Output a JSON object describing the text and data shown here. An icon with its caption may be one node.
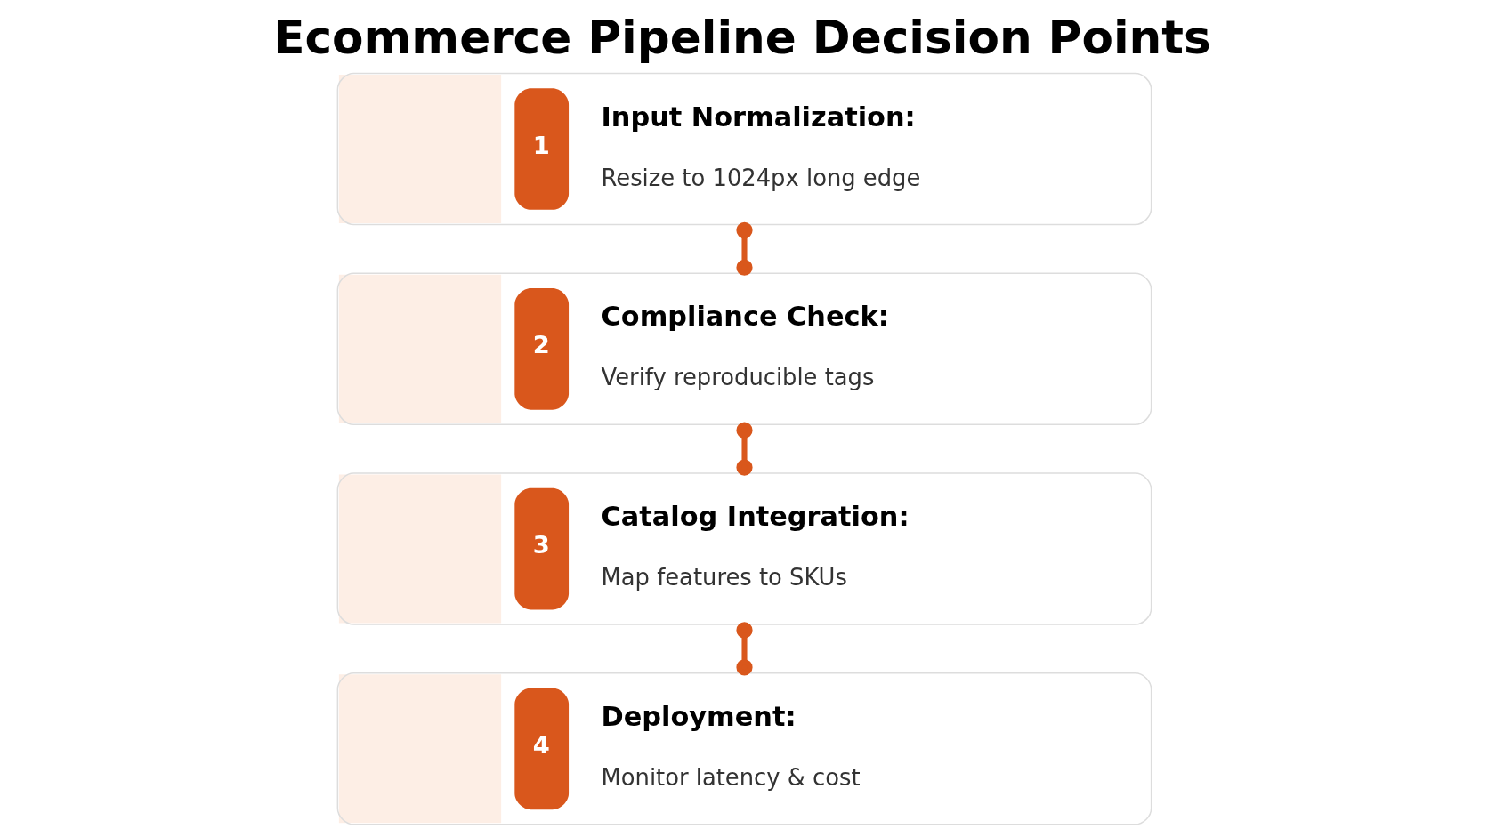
{
  "diagram": {
    "title": "Ecommerce Pipeline Decision Points",
    "nodes": [
      {
        "text": [
          "1",
          "Input Normalization:",
          "Resize to 1024px long edge"
        ]
      },
      {
        "text": [
          "2",
          "Compliance Check:",
          "Verify reproducible tags"
        ]
      },
      {
        "text": [
          "3",
          "Catalog Integration:",
          "Map features to SKUs"
        ]
      },
      {
        "text": [
          "4",
          "Deployment:",
          "Monitor latency & cost"
        ]
      }
    ],
    "edges": [
      {
        "from": 0,
        "to": 1,
        "arrow": "other"
      },
      {
        "from": 1,
        "to": 2,
        "arrow": "other"
      },
      {
        "from": 2,
        "to": 3,
        "arrow": "other"
      }
    ]
  }
}
